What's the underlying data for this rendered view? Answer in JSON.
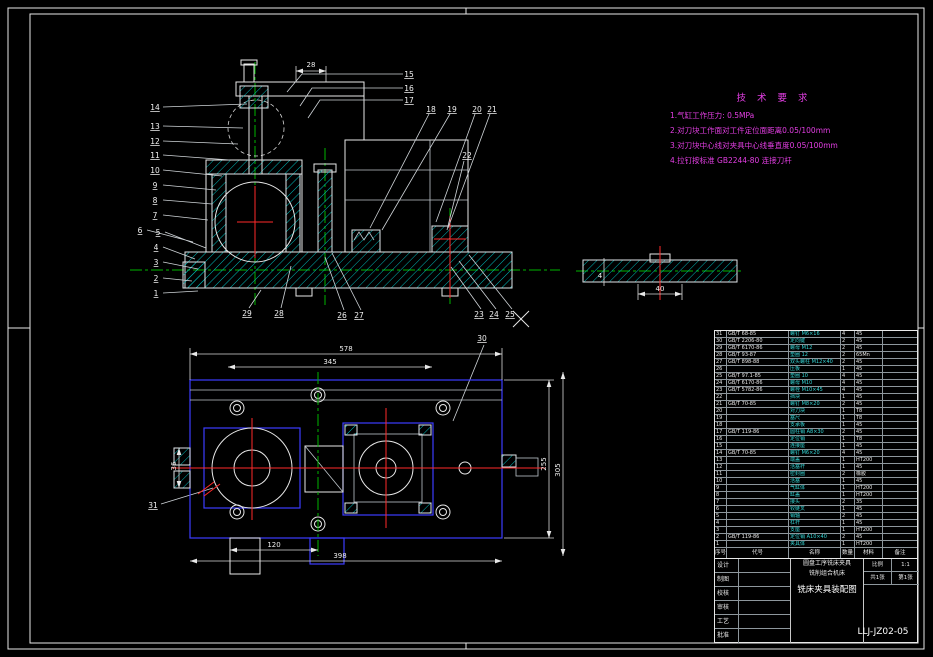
{
  "tech_requirements": {
    "title": "技 术 要 求",
    "lines": [
      "1.气缸工作压力: 0.5MPa",
      "2.对刀块工作面对工件定位面距离0.05/100mm",
      "3.对刀块中心线对夹具中心线垂直度0.05/100mm",
      "4.拉钉按标准 GB2244-80 连接刀杆"
    ]
  },
  "callouts": {
    "c1": "1",
    "c2": "2",
    "c3": "3",
    "c4": "4",
    "c5": "5",
    "c6": "6",
    "c7": "7",
    "c8": "8",
    "c9": "9",
    "c10": "10",
    "c11": "11",
    "c12": "12",
    "c13": "13",
    "c14": "14",
    "c15": "15",
    "c16": "16",
    "c17": "17",
    "c18": "18",
    "c19": "19",
    "c20": "20",
    "c21": "21",
    "c22": "22",
    "c23": "23",
    "c24": "24",
    "c25": "25",
    "c26": "26",
    "c27": "27",
    "c28": "28",
    "c29": "29",
    "c30": "30",
    "c31": "31"
  },
  "dims": {
    "front_top": "28",
    "sec_a": "4",
    "sec_b": "40",
    "plan_w": "578",
    "plan_w2": "345",
    "plan_h1": "255",
    "plan_h2": "305",
    "plan_left": "36",
    "plan_b1": "120",
    "plan_b2": "398"
  },
  "bom": {
    "headers": {
      "no": "序号",
      "code": "代号",
      "name": "名称",
      "qty": "数量",
      "mat": "材料",
      "note": "备注"
    },
    "rows": [
      {
        "no": "31",
        "code": "GB/T 68-85",
        "name": "螺钉 M6×16",
        "qty": "4",
        "mat": "45",
        "note": ""
      },
      {
        "no": "30",
        "code": "GB/T 2206-80",
        "name": "定向键",
        "qty": "2",
        "mat": "45",
        "note": ""
      },
      {
        "no": "29",
        "code": "GB/T 6170-86",
        "name": "螺母 M12",
        "qty": "2",
        "mat": "45",
        "note": ""
      },
      {
        "no": "28",
        "code": "GB/T 93-87",
        "name": "垫圈 12",
        "qty": "2",
        "mat": "65Mn",
        "note": ""
      },
      {
        "no": "27",
        "code": "GB/T 898-88",
        "name": "双头螺柱 M12×40",
        "qty": "2",
        "mat": "45",
        "note": ""
      },
      {
        "no": "26",
        "code": "",
        "name": "压板",
        "qty": "1",
        "mat": "45",
        "note": ""
      },
      {
        "no": "25",
        "code": "GB/T 97.1-85",
        "name": "垫圈 10",
        "qty": "4",
        "mat": "45",
        "note": ""
      },
      {
        "no": "24",
        "code": "GB/T 6170-86",
        "name": "螺母 M10",
        "qty": "4",
        "mat": "45",
        "note": ""
      },
      {
        "no": "23",
        "code": "GB/T 5782-86",
        "name": "螺栓 M10×45",
        "qty": "4",
        "mat": "45",
        "note": ""
      },
      {
        "no": "22",
        "code": "",
        "name": "挡块",
        "qty": "1",
        "mat": "45",
        "note": ""
      },
      {
        "no": "21",
        "code": "GB/T 70-85",
        "name": "螺钉 M8×20",
        "qty": "2",
        "mat": "45",
        "note": ""
      },
      {
        "no": "20",
        "code": "",
        "name": "对刀块",
        "qty": "1",
        "mat": "T8",
        "note": ""
      },
      {
        "no": "19",
        "code": "",
        "name": "塞尺",
        "qty": "1",
        "mat": "T8",
        "note": ""
      },
      {
        "no": "18",
        "code": "",
        "name": "支承板",
        "qty": "1",
        "mat": "45",
        "note": ""
      },
      {
        "no": "17",
        "code": "GB/T 119-86",
        "name": "圆柱销 A8×30",
        "qty": "2",
        "mat": "45",
        "note": ""
      },
      {
        "no": "16",
        "code": "",
        "name": "定位销",
        "qty": "1",
        "mat": "T8",
        "note": ""
      },
      {
        "no": "15",
        "code": "",
        "name": "连接座",
        "qty": "1",
        "mat": "45",
        "note": ""
      },
      {
        "no": "14",
        "code": "GB/T 70-85",
        "name": "螺钉 M6×20",
        "qty": "4",
        "mat": "45",
        "note": ""
      },
      {
        "no": "13",
        "code": "",
        "name": "端盖",
        "qty": "1",
        "mat": "HT200",
        "note": ""
      },
      {
        "no": "12",
        "code": "",
        "name": "活塞杆",
        "qty": "1",
        "mat": "45",
        "note": ""
      },
      {
        "no": "11",
        "code": "",
        "name": "密封圈",
        "qty": "2",
        "mat": "橡胶",
        "note": ""
      },
      {
        "no": "10",
        "code": "",
        "name": "活塞",
        "qty": "1",
        "mat": "45",
        "note": ""
      },
      {
        "no": "9",
        "code": "",
        "name": "气缸体",
        "qty": "1",
        "mat": "HT200",
        "note": ""
      },
      {
        "no": "8",
        "code": "",
        "name": "缸盖",
        "qty": "1",
        "mat": "HT200",
        "note": ""
      },
      {
        "no": "7",
        "code": "",
        "name": "接头",
        "qty": "2",
        "mat": "35",
        "note": ""
      },
      {
        "no": "6",
        "code": "",
        "name": "铰链叉",
        "qty": "1",
        "mat": "45",
        "note": ""
      },
      {
        "no": "5",
        "code": "",
        "name": "销轴",
        "qty": "2",
        "mat": "45",
        "note": ""
      },
      {
        "no": "4",
        "code": "",
        "name": "杠杆",
        "qty": "1",
        "mat": "45",
        "note": ""
      },
      {
        "no": "3",
        "code": "",
        "name": "支座",
        "qty": "1",
        "mat": "HT200",
        "note": ""
      },
      {
        "no": "2",
        "code": "GB/T 119-86",
        "name": "定位销 A10×40",
        "qty": "2",
        "mat": "45",
        "note": ""
      },
      {
        "no": "1",
        "code": "",
        "name": "夹具体",
        "qty": "1",
        "mat": "HT200",
        "note": ""
      }
    ]
  },
  "title_block": {
    "left_rows": [
      "设计",
      "制图",
      "校核",
      "审核",
      "工艺",
      "批准"
    ],
    "title_small_1": "圆盘工序铣床夹具",
    "title_small_2": "铣削组合机床",
    "drawing_title": "铣床夹具装配图",
    "drawing_number": "LLJ-JZ02-05",
    "scale_label": "比例",
    "scale_value": "1:1",
    "sheet1": "共1张",
    "sheet2": "第1张"
  }
}
